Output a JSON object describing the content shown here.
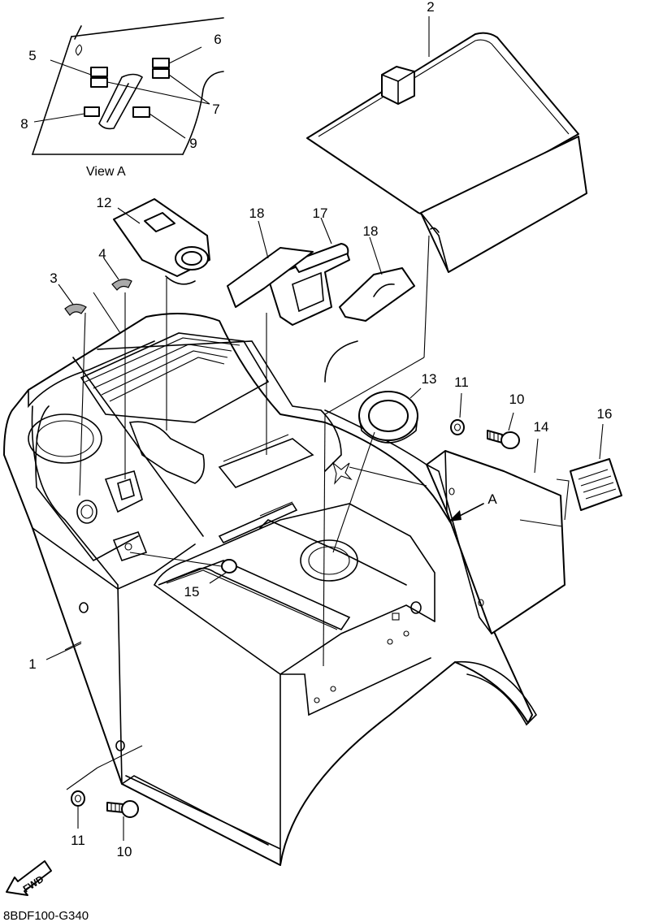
{
  "diagram": {
    "callouts": [
      "1",
      "2",
      "3",
      "4",
      "5",
      "6",
      "7",
      "8",
      "9",
      "10",
      "10",
      "11",
      "11",
      "12",
      "13",
      "14",
      "15",
      "16",
      "17",
      "18",
      "18"
    ],
    "view_label": "View A",
    "view_marker": "A",
    "fwd_label": "FWD",
    "drawing_code": "8BDF100-G340"
  }
}
